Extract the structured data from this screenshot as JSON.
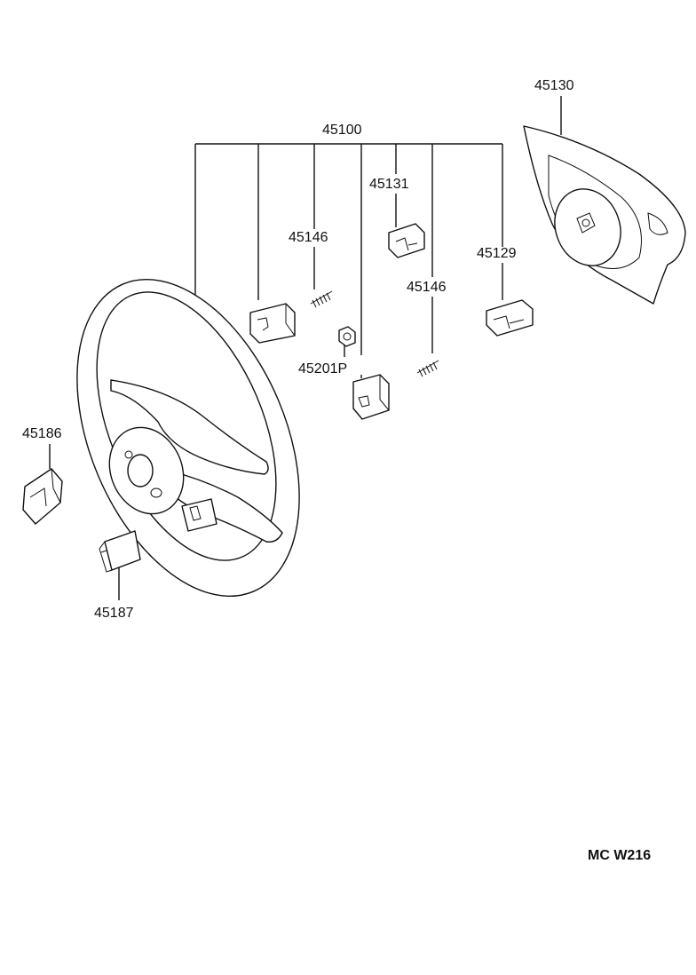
{
  "labels": {
    "p45100": "45100",
    "p45130": "45130",
    "p45131": "45131",
    "p45146_a": "45146",
    "p45146_b": "45146",
    "p45129": "45129",
    "p45201p": "45201P",
    "p45186": "45186",
    "p45187": "45187"
  },
  "footer": {
    "code": "MC  W216"
  }
}
